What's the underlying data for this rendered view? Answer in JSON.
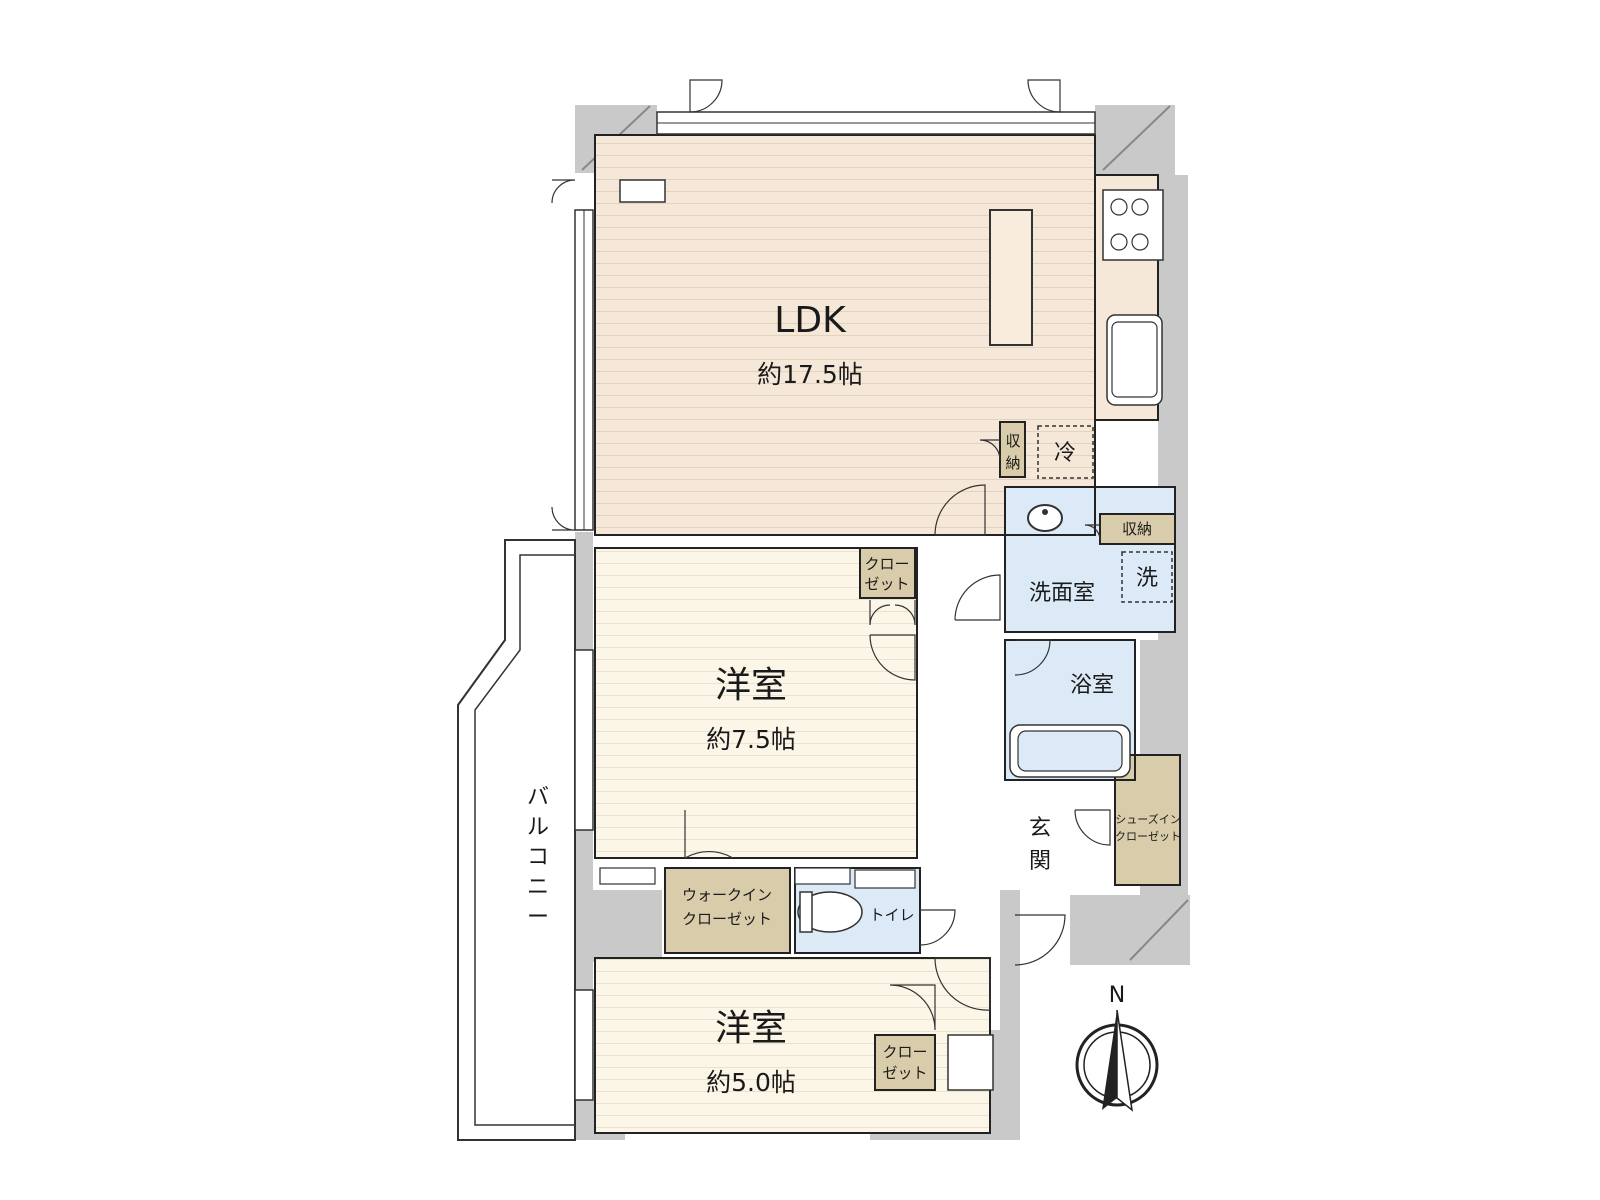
{
  "rooms": {
    "ldk": {
      "name": "LDK",
      "area": "約17.5帖"
    },
    "western1": {
      "name": "洋室",
      "area": "約7.5帖"
    },
    "western2": {
      "name": "洋室",
      "area": "約5.0帖"
    },
    "washroom": {
      "name": "洗面室"
    },
    "bathroom": {
      "name": "浴室"
    },
    "toilet": {
      "name": "トイレ"
    },
    "entrance": {
      "name_line1": "玄",
      "name_line2": "関"
    },
    "balcony": {
      "name_chars": [
        "バ",
        "ル",
        "コ",
        "ニ",
        "ー"
      ]
    }
  },
  "storage": {
    "closet1": {
      "line1": "クロー",
      "line2": "ゼット"
    },
    "closet2": {
      "line1": "クロー",
      "line2": "ゼット"
    },
    "walk_in": {
      "line1": "ウォークイン",
      "line2": "クローゼット"
    },
    "shoes_in": {
      "line1": "シューズイン",
      "line2": "クローゼット"
    },
    "storage_ldk": {
      "line1": "収",
      "line2": "納"
    },
    "storage_wash": {
      "label": "収納"
    },
    "fridge": {
      "label": "冷"
    },
    "washer": {
      "label": "洗"
    }
  },
  "compass": {
    "north": "N"
  },
  "colors": {
    "ldk_floor": "#f5e8d8",
    "western_floor": "#fbf6e8",
    "wet_area": "#dceaf7",
    "storage": "#d9ccaa",
    "wall": "#c9c9c9",
    "balcony": "#ffffff"
  }
}
